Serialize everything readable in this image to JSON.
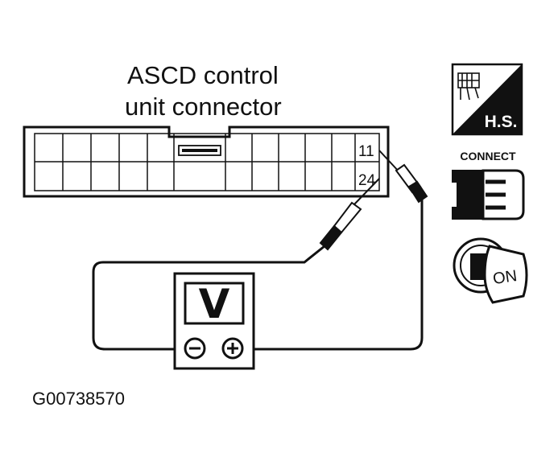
{
  "title": {
    "line1": "ASCD control",
    "line2": "unit connector"
  },
  "connector": {
    "pin_top": "11",
    "pin_bottom": "24"
  },
  "meter": {
    "label": "V",
    "negative": "−",
    "positive": "+"
  },
  "icons": {
    "hs_label": "H.S.",
    "connect_label": "CONNECT",
    "ignition_label": "ON",
    "hs_icon": "harness-side-icon",
    "connect_icon": "connector-plug-icon",
    "ignition_icon": "ignition-key-on-icon"
  },
  "figure_id": "G00738570",
  "colors": {
    "ink": "#111111",
    "paper": "#ffffff"
  }
}
